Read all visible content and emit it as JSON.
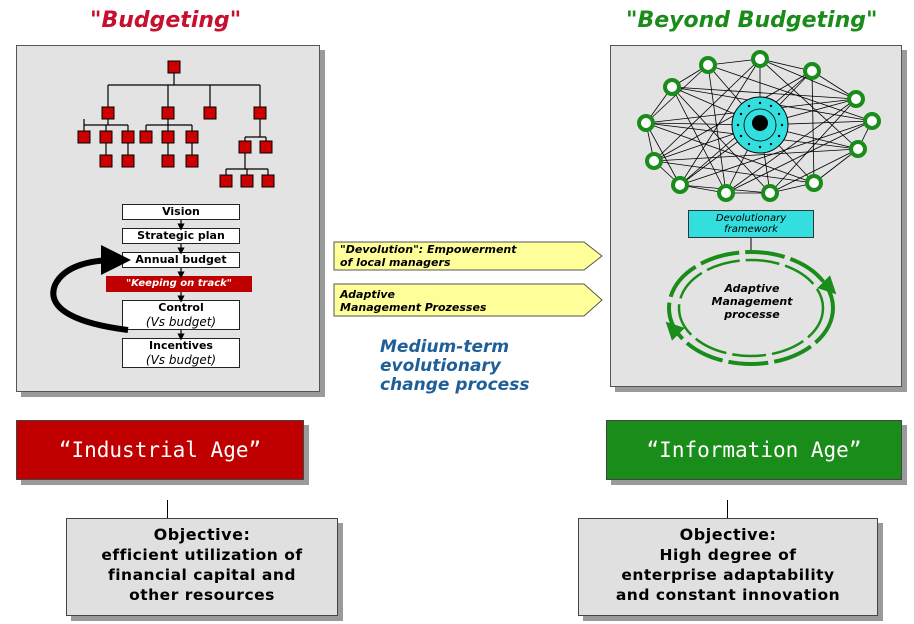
{
  "left": {
    "title": "\"Budgeting\"",
    "steps": [
      "Vision",
      "Strategic plan",
      "Annual budget"
    ],
    "banner": "\"Keeping on track\"",
    "control": {
      "label": "Control",
      "sub": "(Vs budget)"
    },
    "incentives": {
      "label": "Incentives",
      "sub": "(Vs budget)"
    },
    "age": "“Industrial Age”",
    "objective": {
      "heading": "Objective:",
      "lines": [
        "efficient utilization of",
        "financial capital and",
        "other resources"
      ]
    }
  },
  "right": {
    "title": "\"Beyond Budgeting\"",
    "framework": "Devolutionary framework",
    "cycle": "Adaptive Management processe",
    "age": "“Information Age”",
    "objective": {
      "heading": "Objective:",
      "lines": [
        "High degree of",
        "enterprise adaptability",
        "and constant innovation"
      ]
    }
  },
  "middle": {
    "arrow1": [
      "\"Devolution\":  Empowerment",
      "of local managers"
    ],
    "arrow2": [
      "Adaptive",
      "Management Prozesses"
    ],
    "caption": [
      "Medium-term",
      "evolutionary",
      "change process"
    ]
  },
  "colors": {
    "red": "#c00000",
    "green": "#1a8c1a",
    "panel": "#e3e3e3",
    "yellow": "#ffff99",
    "cyan": "#33dede",
    "blue": "#1f5f99"
  }
}
